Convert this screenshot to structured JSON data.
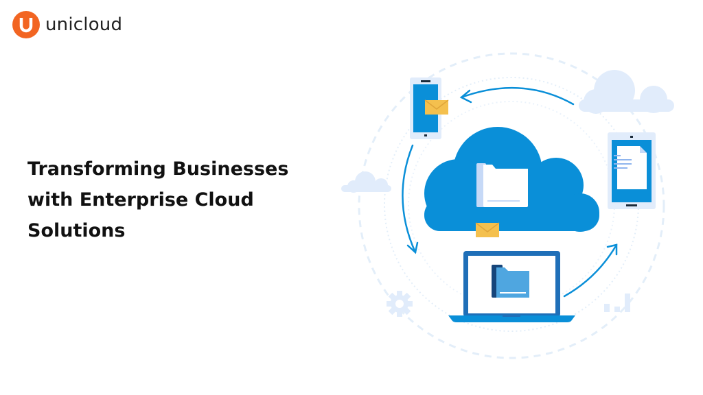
{
  "brand": {
    "name": "unicloud",
    "color": "#f26522"
  },
  "headline": {
    "lines": [
      "Transforming Businesses",
      "with Enterprise Cloud",
      "Solutions"
    ]
  },
  "illustration": {
    "primary_color": "#0a8fd8",
    "light_color": "#e1ecfb",
    "accent_color": "#f4c04e"
  }
}
